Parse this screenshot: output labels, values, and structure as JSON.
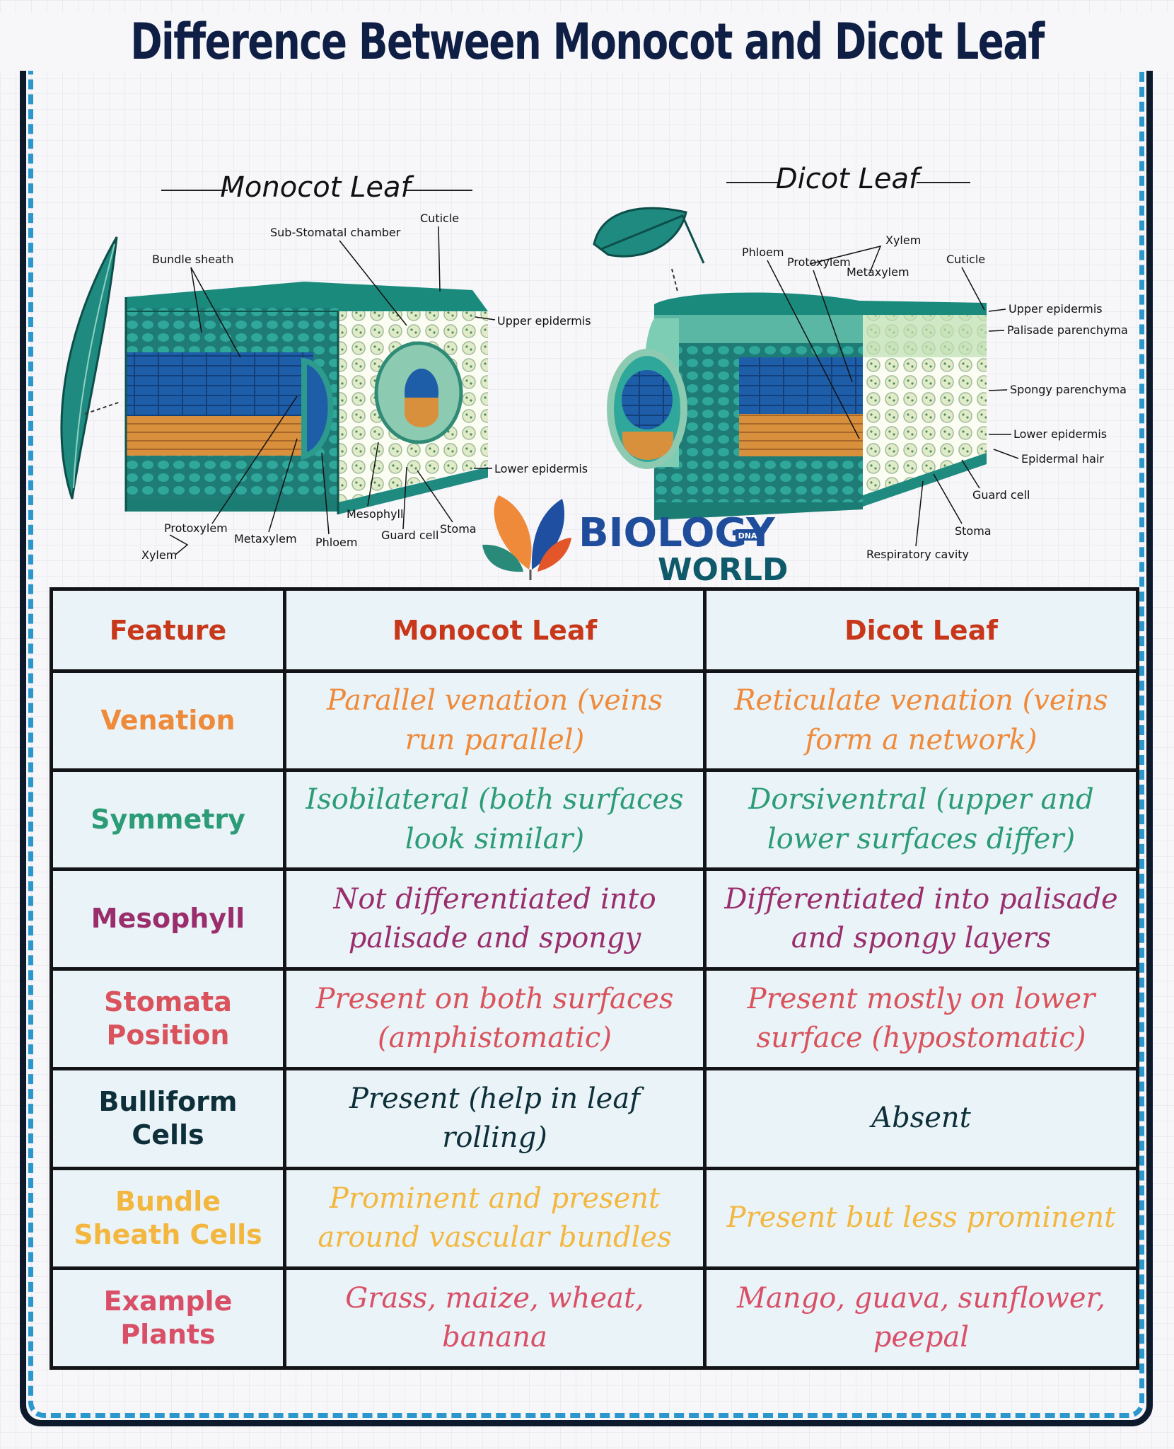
{
  "title": "Difference Between Monocot and Dicot Leaf",
  "monocot": {
    "heading": "Monocot Leaf",
    "labels": {
      "bundle_sheath": "Bundle sheath",
      "sub_stomatal": "Sub-Stomatal chamber",
      "cuticle": "Cuticle",
      "upper_epidermis": "Upper epidermis",
      "lower_epidermis": "Lower epidermis",
      "mesophyll": "Mesophyll",
      "stoma": "Stoma",
      "guard_cell": "Guard cell",
      "phloem": "Phloem",
      "metaxylem": "Metaxylem",
      "protoxylem": "Protoxylem",
      "xylem": "Xylem"
    }
  },
  "dicot": {
    "heading": "Dicot Leaf",
    "labels": {
      "phloem": "Phloem",
      "protoxylem": "Protoxylem",
      "xylem": "Xylem",
      "metaxylem": "Metaxylem",
      "cuticle": "Cuticle",
      "upper_epidermis": "Upper epidermis",
      "palisade": "Palisade parenchyma",
      "spongy": "Spongy parenchyma",
      "lower_epidermis": "Lower epidermis",
      "epidermal_hair": "Epidermal hair",
      "guard_cell": "Guard cell",
      "stoma": "Stoma",
      "respiratory_cavity": "Respiratory cavity"
    }
  },
  "logo": {
    "line1": "BIOLOGY",
    "line2": "WORLD",
    "dna": "DNA"
  },
  "table": {
    "headers": [
      "Feature",
      "Monocot Leaf",
      "Dicot Leaf"
    ],
    "rows": [
      {
        "feature": "Venation",
        "monocot": "Parallel venation (veins run parallel)",
        "dicot": "Reticulate venation (veins form a network)"
      },
      {
        "feature": "Symmetry",
        "monocot": "Isobilateral (both surfaces look similar)",
        "dicot": "Dorsiventral (upper and lower surfaces differ)"
      },
      {
        "feature": "Mesophyll",
        "monocot": "Not differentiated into palisade and spongy",
        "dicot": "Differentiated into palisade and spongy layers"
      },
      {
        "feature": "Stomata Position",
        "monocot": "Present on both surfaces (amphistomatic)",
        "dicot": "Present mostly on lower surface (hypostomatic)"
      },
      {
        "feature": "Bulliform Cells",
        "monocot": "Present (help in leaf rolling)",
        "dicot": "Absent"
      },
      {
        "feature": "Bundle Sheath Cells",
        "monocot": "Prominent and present around vascular bundles",
        "dicot": "Present but less prominent"
      },
      {
        "feature": "Example Plants",
        "monocot": "Grass, maize, wheat, banana",
        "dicot": "Mango, guava, sunflower, peepal"
      }
    ]
  },
  "colors": {
    "header": "#c8371a",
    "venation": "#ef8a3b",
    "symmetry": "#2b9c76",
    "mesophyll": "#9a2e6d",
    "stomata": "#d9525c",
    "bulliform": "#0d2f3a",
    "bundle_sheath": "#f3b73f",
    "examples": "#d94f67",
    "frame_dark": "#0d1a2b",
    "frame_blue": "#2b97cc"
  }
}
